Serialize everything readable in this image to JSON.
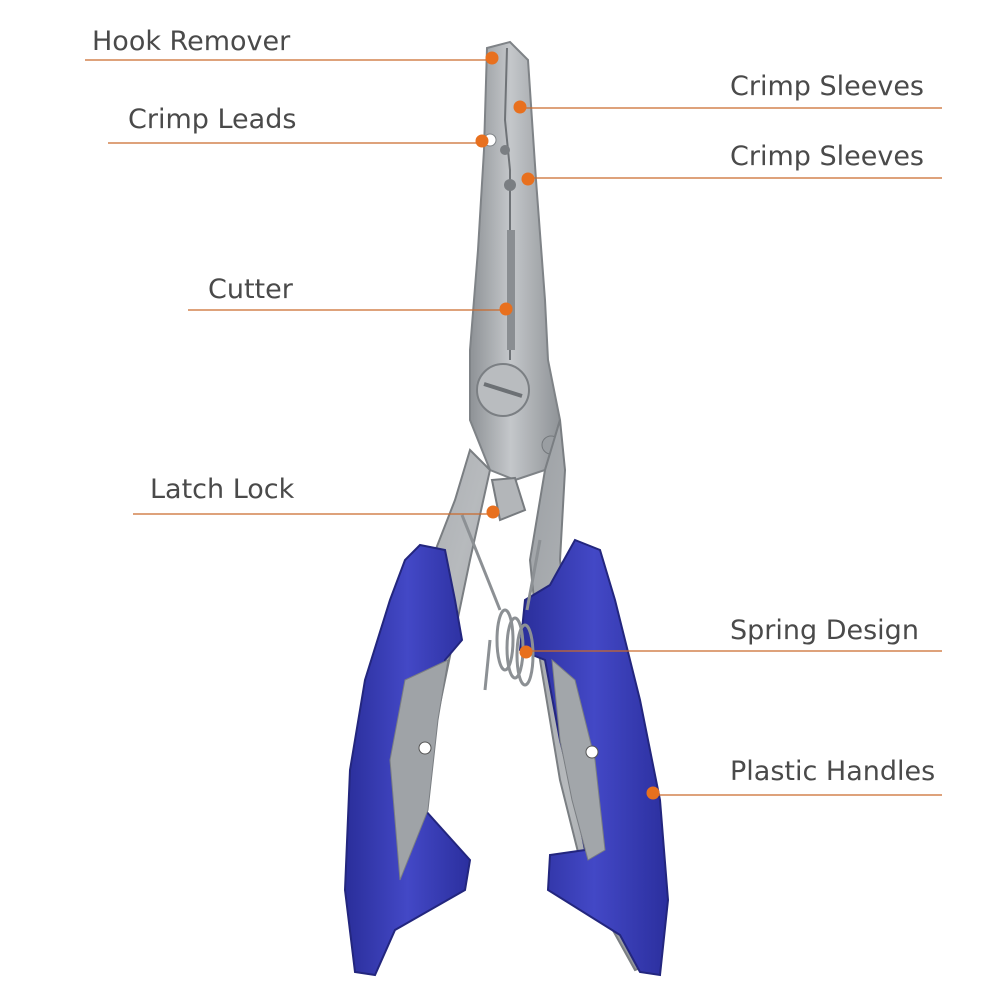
{
  "diagram": {
    "labels": [
      {
        "id": "hook-remover",
        "text": "Hook Remover"
      },
      {
        "id": "crimp-leads",
        "text": "Crimp Leads"
      },
      {
        "id": "cutter",
        "text": "Cutter"
      },
      {
        "id": "latch-lock",
        "text": "Latch Lock"
      },
      {
        "id": "crimp-sleeves-1",
        "text": "Crimp Sleeves"
      },
      {
        "id": "crimp-sleeves-2",
        "text": "Crimp Sleeves"
      },
      {
        "id": "spring-design",
        "text": "Spring Design"
      },
      {
        "id": "plastic-handles",
        "text": "Plastic Handles"
      }
    ]
  },
  "colors": {
    "leader_line": "#c96a2c",
    "marker_dot": "#e8701e",
    "label_text": "#4a4a4a",
    "handle_blue": "#3b3fb8",
    "steel": "#a9adb1"
  }
}
